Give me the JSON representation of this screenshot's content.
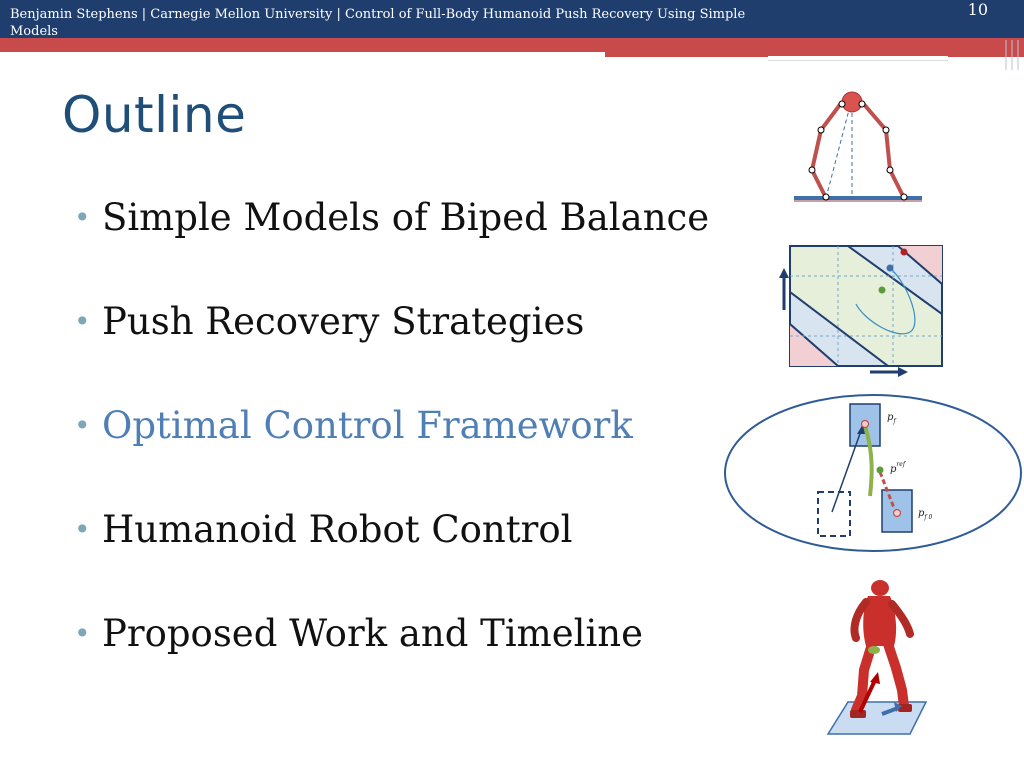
{
  "header": {
    "text": "Benjamin Stephens | Carnegie Mellon University | Control of Full-Body Humanoid Push Recovery Using Simple Models",
    "page_number": "10"
  },
  "slide": {
    "title": "Outline",
    "bullets": [
      {
        "label": "Simple Models of Biped Balance",
        "active": false
      },
      {
        "label": "Push Recovery Strategies",
        "active": false
      },
      {
        "label": "Optimal Control Framework",
        "active": true
      },
      {
        "label": "Humanoid Robot Control",
        "active": false
      },
      {
        "label": "Proposed Work and Timeline",
        "active": false
      }
    ]
  },
  "diagrams": {
    "footstep_labels": {
      "p_f": "p",
      "p_f_sub": "f",
      "p_ref": "p",
      "p_ref_sup": "ref",
      "p_f0": "p",
      "p_f0_sub": "f 0"
    }
  },
  "colors": {
    "header_bg": "#1f3e6e",
    "accent_red": "#c94a4a",
    "title": "#1f4e79",
    "active_bullet": "#4f7fb4",
    "bullet_dot": "#7fa7b8"
  }
}
